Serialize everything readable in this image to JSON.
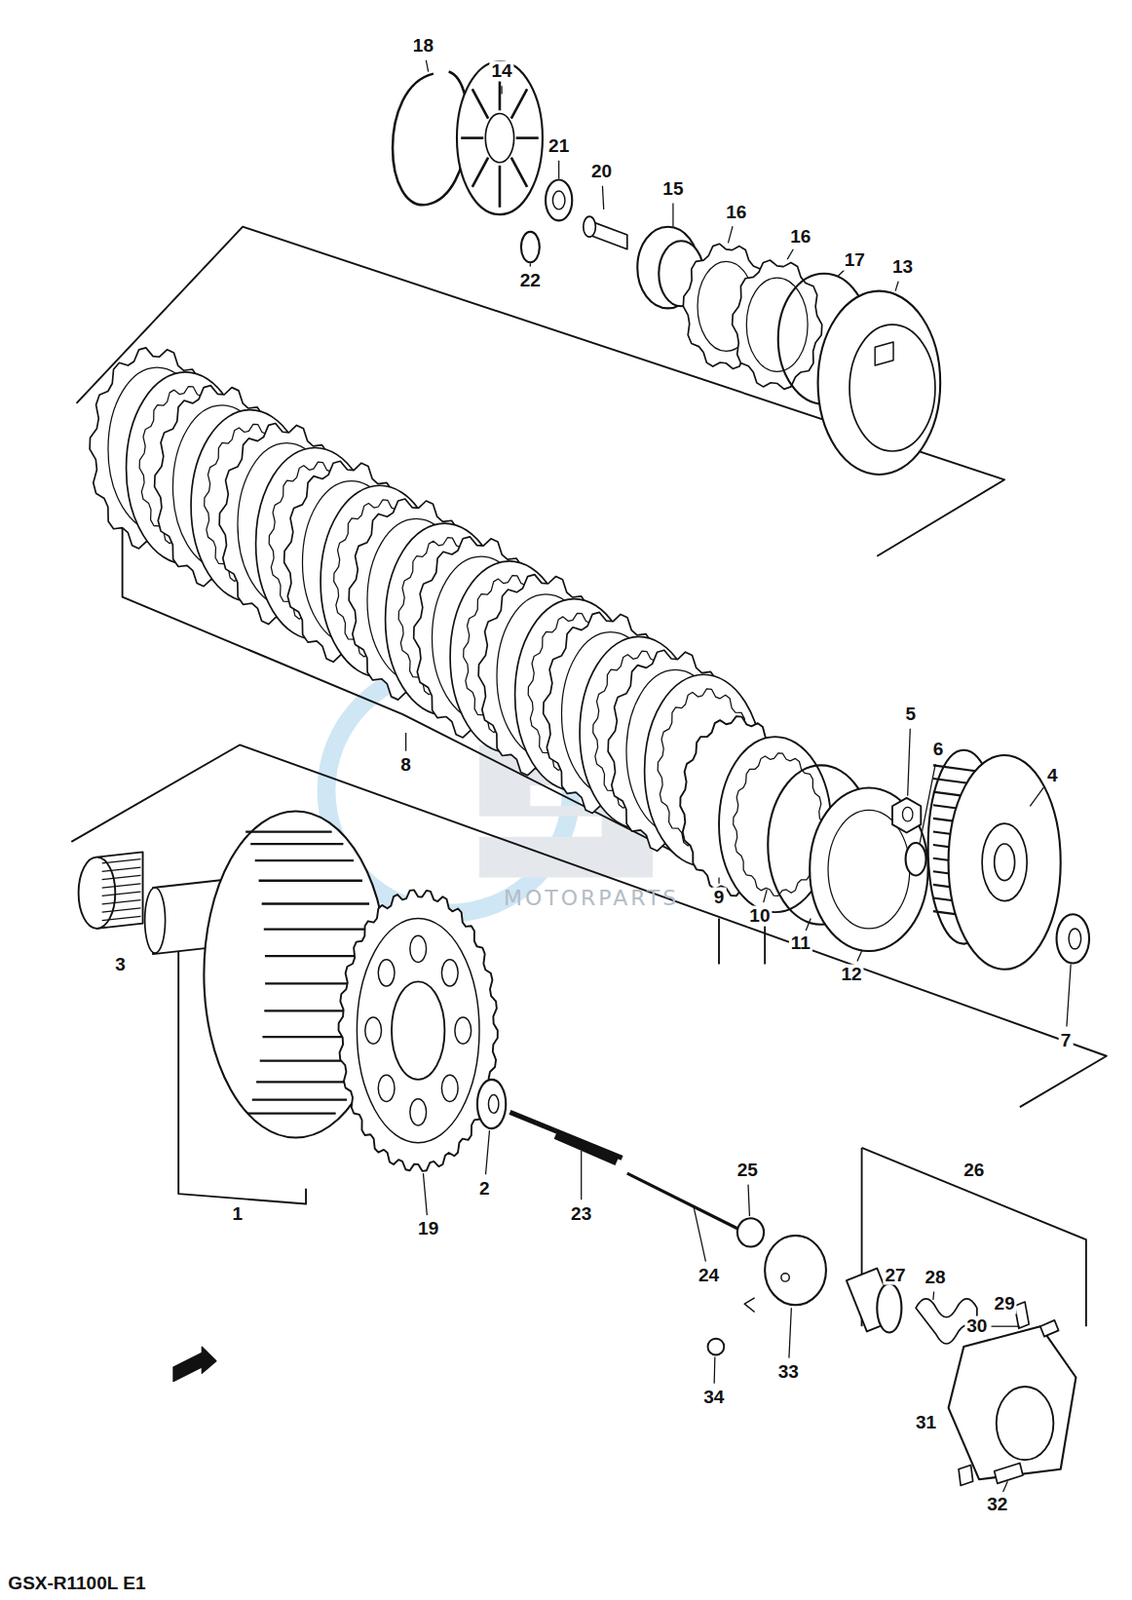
{
  "diagram": {
    "labels": [
      "18",
      "14",
      "21",
      "20",
      "22",
      "15",
      "16",
      "16",
      "17",
      "13",
      "8",
      "5",
      "6",
      "4",
      "9",
      "10",
      "11",
      "12",
      "7",
      "3",
      "1",
      "19",
      "2",
      "23",
      "24",
      "25",
      "26",
      "27",
      "28",
      "29",
      "30",
      "33",
      "34",
      "31",
      "32",
      "MOTORPARTS",
      "GSX-R1100L E1"
    ]
  }
}
